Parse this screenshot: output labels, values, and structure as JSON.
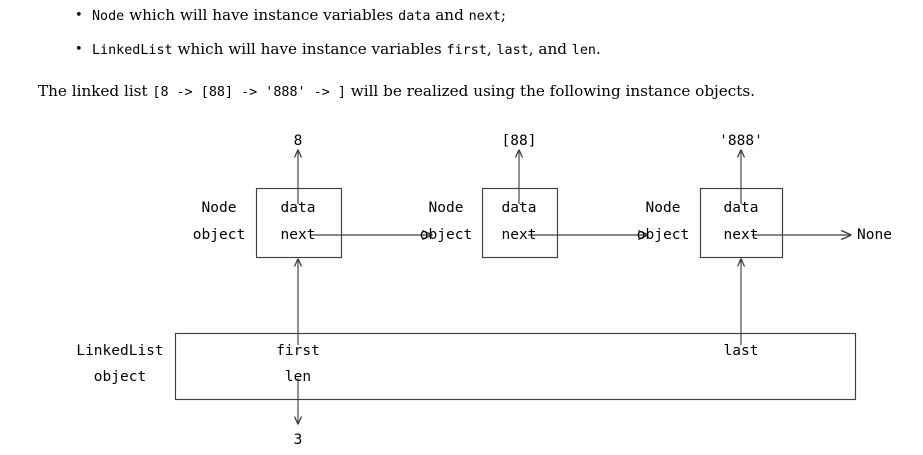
{
  "document": {
    "bullets": [
      {
        "code1": "Node",
        "text1": " which will have instance variables ",
        "code2": "data",
        "text2": " and ",
        "code3": "next",
        "text3": ";"
      },
      {
        "code1": "LinkedList",
        "text1": " which will have instance variables ",
        "code2": "first",
        "text2": ", ",
        "code3": "last",
        "text3": ", and ",
        "code4": "len",
        "text4": "."
      }
    ],
    "bullet_glyph": "•",
    "paragraph": {
      "before": "The linked list ",
      "code": "[8 -> [88] -> '888' -> ]",
      "after": " will be realized using the following instance objects."
    }
  },
  "diagram": {
    "nodes": [
      {
        "object_label_line1": "Node",
        "object_label_line2": "object",
        "field_data": "data",
        "field_next": "next",
        "value_label": "8"
      },
      {
        "object_label_line1": "Node",
        "object_label_line2": "object",
        "field_data": "data",
        "field_next": "next",
        "value_label": "[88]"
      },
      {
        "object_label_line1": "Node",
        "object_label_line2": "object",
        "field_data": "data",
        "field_next": "next",
        "value_label": "'888'"
      }
    ],
    "terminal_label": "None",
    "linked_list": {
      "object_label_line1": "LinkedList",
      "object_label_line2": "object",
      "field_first": "first",
      "field_len": "len",
      "field_last": "last",
      "len_value": "3"
    },
    "colors": {
      "stroke": "#3f3f3f",
      "text": "#000000",
      "background": "#ffffff"
    }
  }
}
